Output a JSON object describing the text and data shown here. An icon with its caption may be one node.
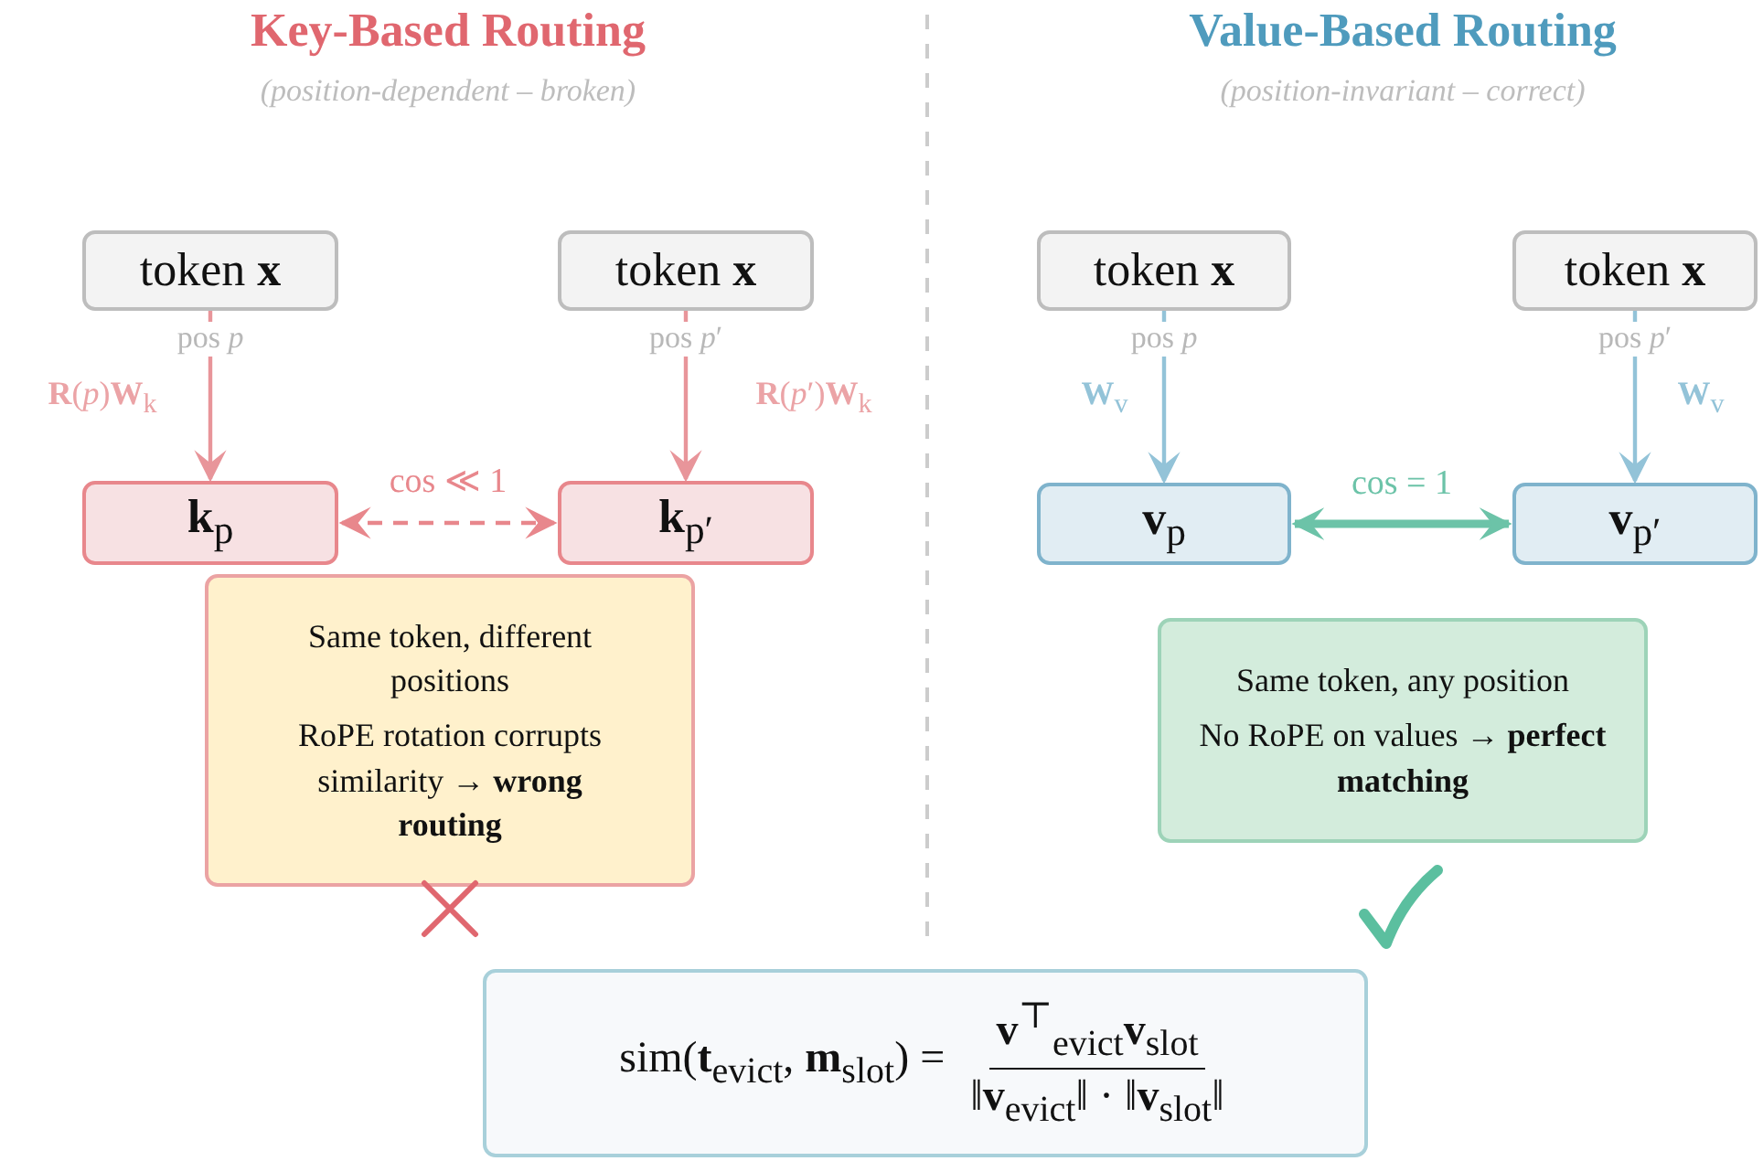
{
  "diagram": {
    "nodes": [
      {
        "text": [
          "token **x**"
        ]
      },
      {
        "text": [
          "token **x**"
        ]
      },
      {
        "text": [
          "**k**$_{p}$"
        ]
      },
      {
        "text": [
          "**k**$_{p′}$"
        ]
      },
      {
        "text": [
          "Same token, different positions",
          "RoPE rotation corrupts similarity → **wrong routing**"
        ]
      },
      {
        "text": [
          "token **x**"
        ]
      },
      {
        "text": [
          "token **x**"
        ]
      },
      {
        "text": [
          "**v**$_{p}$"
        ]
      },
      {
        "text": [
          "**v**$_{p′}$"
        ]
      },
      {
        "text": [
          "Same token, any position",
          "No RoPE on values → **perfect matching**"
        ]
      },
      {
        "text": [
          "sim(**t**$_{evict}$, **m**$_{slot}$) =",
          "**v**$^{⊤}$$_{evict}$**v**$_{slot}$",
          "‖**v**$_{evict}$‖ · ‖**v**$_{slot}$‖"
        ]
      }
    ],
    "edges": [
      {
        "from": 0,
        "to": 2,
        "arrow": "to",
        "label": "pos *p*",
        "color": "#e8959a"
      },
      {
        "from": 1,
        "to": 3,
        "arrow": "to",
        "label": "pos *p*′",
        "color": "#e8959a"
      },
      {
        "from": 2,
        "to": 3,
        "arrow": "both",
        "label": "cos ≪ 1",
        "style": "dashed",
        "color": "#e8878c"
      },
      {
        "from": 5,
        "to": 7,
        "arrow": "to",
        "label": "pos *p*",
        "color": "#93c3d8"
      },
      {
        "from": 6,
        "to": 8,
        "arrow": "to",
        "label": "pos *p*′",
        "color": "#93c3d8"
      },
      {
        "from": 7,
        "to": 8,
        "arrow": "both",
        "label": "cos = 1",
        "style": "thick",
        "color": "#6cc3a8"
      }
    ],
    "labels": [
      "Key-Based Routing",
      "(position-dependent – broken)",
      "Value-Based Routing",
      "(position-invariant – correct)",
      "**R**(*p*)**W**$_{k}$",
      "**R**(*p*′)**W**$_{k}$",
      "**W**$_{v}$",
      "**W**$_{v}$"
    ]
  }
}
